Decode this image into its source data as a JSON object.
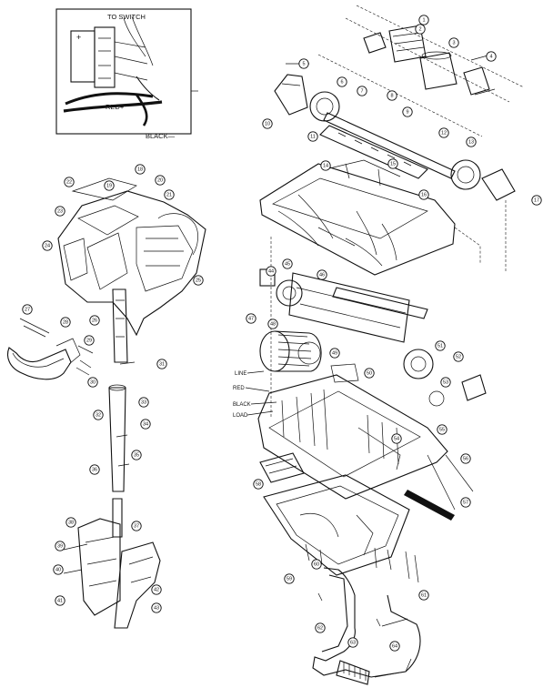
{
  "inset": {
    "to_switch": "TO SWITCH",
    "red": "RED+",
    "black": "BLACK—",
    "plus": "+"
  },
  "wire_labels": {
    "line": "LINE",
    "red_line": "RED",
    "black_load": "BLACK",
    "load": "LOAD"
  },
  "callouts": [
    {
      "id": "c1",
      "text": "1"
    },
    {
      "id": "c2",
      "text": "2"
    },
    {
      "id": "c3",
      "text": "3"
    },
    {
      "id": "c4",
      "text": "4"
    },
    {
      "id": "c5",
      "text": "5"
    },
    {
      "id": "c6",
      "text": "6"
    },
    {
      "id": "c7",
      "text": "7"
    },
    {
      "id": "c8",
      "text": "8"
    },
    {
      "id": "c9",
      "text": "9"
    },
    {
      "id": "c10",
      "text": "10"
    },
    {
      "id": "c11",
      "text": "11"
    },
    {
      "id": "c12",
      "text": "12"
    },
    {
      "id": "c13",
      "text": "13"
    },
    {
      "id": "c14",
      "text": "14"
    },
    {
      "id": "c15",
      "text": "15"
    },
    {
      "id": "c16",
      "text": "16"
    },
    {
      "id": "c17",
      "text": "17"
    },
    {
      "id": "c18",
      "text": "18"
    },
    {
      "id": "c19",
      "text": "19"
    },
    {
      "id": "c20",
      "text": "20"
    },
    {
      "id": "c21",
      "text": "21"
    },
    {
      "id": "c22",
      "text": "22"
    },
    {
      "id": "c23",
      "text": "23"
    },
    {
      "id": "c24",
      "text": "24"
    },
    {
      "id": "c25",
      "text": "25"
    },
    {
      "id": "c26",
      "text": "26"
    },
    {
      "id": "c27",
      "text": "27"
    },
    {
      "id": "c28",
      "text": "28"
    },
    {
      "id": "c29",
      "text": "29"
    },
    {
      "id": "c30",
      "text": "30"
    },
    {
      "id": "c31",
      "text": "31"
    },
    {
      "id": "c32",
      "text": "32"
    },
    {
      "id": "c33",
      "text": "33"
    },
    {
      "id": "c34",
      "text": "34"
    },
    {
      "id": "c35",
      "text": "35"
    },
    {
      "id": "c36",
      "text": "36"
    },
    {
      "id": "c37",
      "text": "37"
    },
    {
      "id": "c38",
      "text": "38"
    },
    {
      "id": "c39",
      "text": "39"
    },
    {
      "id": "c40",
      "text": "40"
    },
    {
      "id": "c41",
      "text": "41"
    },
    {
      "id": "c42",
      "text": "42"
    },
    {
      "id": "c43",
      "text": "43"
    },
    {
      "id": "c44",
      "text": "44"
    },
    {
      "id": "c45",
      "text": "45"
    },
    {
      "id": "c46",
      "text": "46"
    },
    {
      "id": "c47",
      "text": "47"
    },
    {
      "id": "c48",
      "text": "48"
    },
    {
      "id": "c49",
      "text": "49"
    },
    {
      "id": "c50",
      "text": "50"
    },
    {
      "id": "c51",
      "text": "51"
    },
    {
      "id": "c52",
      "text": "52"
    },
    {
      "id": "c53",
      "text": "53"
    },
    {
      "id": "c54",
      "text": "54"
    },
    {
      "id": "c55",
      "text": "55"
    },
    {
      "id": "c56",
      "text": "56"
    },
    {
      "id": "c57",
      "text": "57"
    },
    {
      "id": "c58",
      "text": "58"
    },
    {
      "id": "c59",
      "text": "59"
    },
    {
      "id": "c60",
      "text": "60"
    },
    {
      "id": "c61",
      "text": "61"
    },
    {
      "id": "c62",
      "text": "62"
    },
    {
      "id": "c63",
      "text": "63"
    },
    {
      "id": "c64",
      "text": "64"
    }
  ]
}
